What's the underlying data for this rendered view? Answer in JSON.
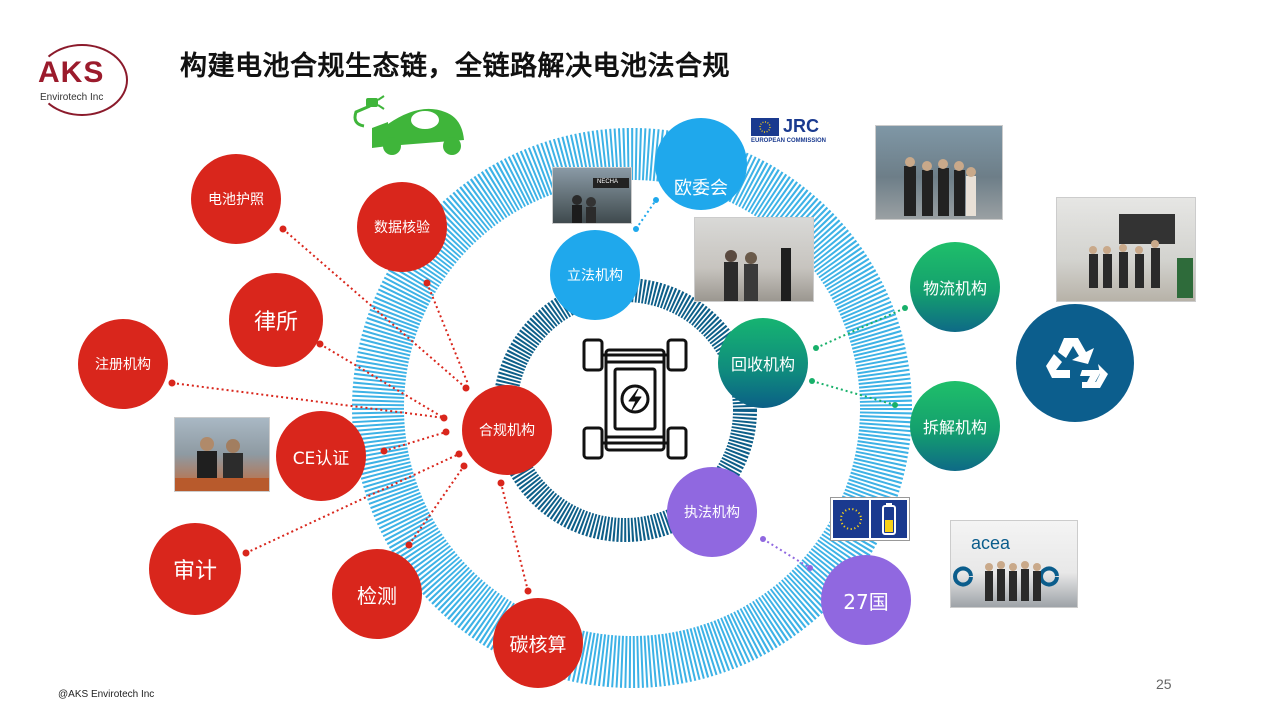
{
  "title": "构建电池合规生态链，全链路解决电池法合规",
  "logo": {
    "main": "AKS",
    "sub": "Envirotech Inc"
  },
  "footer": "@AKS Envirotech Inc",
  "page_number": "25",
  "jrc": {
    "text": "JRC",
    "sub": "EUROPEAN COMMISSION"
  },
  "photo_signs": {
    "necha": "NECHA",
    "acea": "acea"
  },
  "center_icon": "battery-chassis-icon",
  "ev_icon": "electric-car-plug-icon",
  "recycle_icon": "recycle-icon",
  "colors": {
    "red": "#d9261c",
    "sky": "#1fa8ec",
    "purple": "#9068e0",
    "green": "#18b06a",
    "navy": "#0c5e8d",
    "ring_light": "#2aa8e0",
    "ring_dark": "#0d5e88"
  },
  "nodes": {
    "hub": "合规机构",
    "battery_passport": "电池护照",
    "data_verification": "数据核验",
    "law_firm": "律所",
    "registration": "注册机构",
    "ce_cert": "CE认证",
    "audit": "审计",
    "testing": "检测",
    "carbon": "碳核算",
    "eu_commission": "欧委会",
    "legislative": "立法机构",
    "recycling": "回收机构",
    "logistics": "物流机构",
    "dismantling": "拆解机构",
    "enforcement": "执法机构",
    "member_states": "27国"
  }
}
